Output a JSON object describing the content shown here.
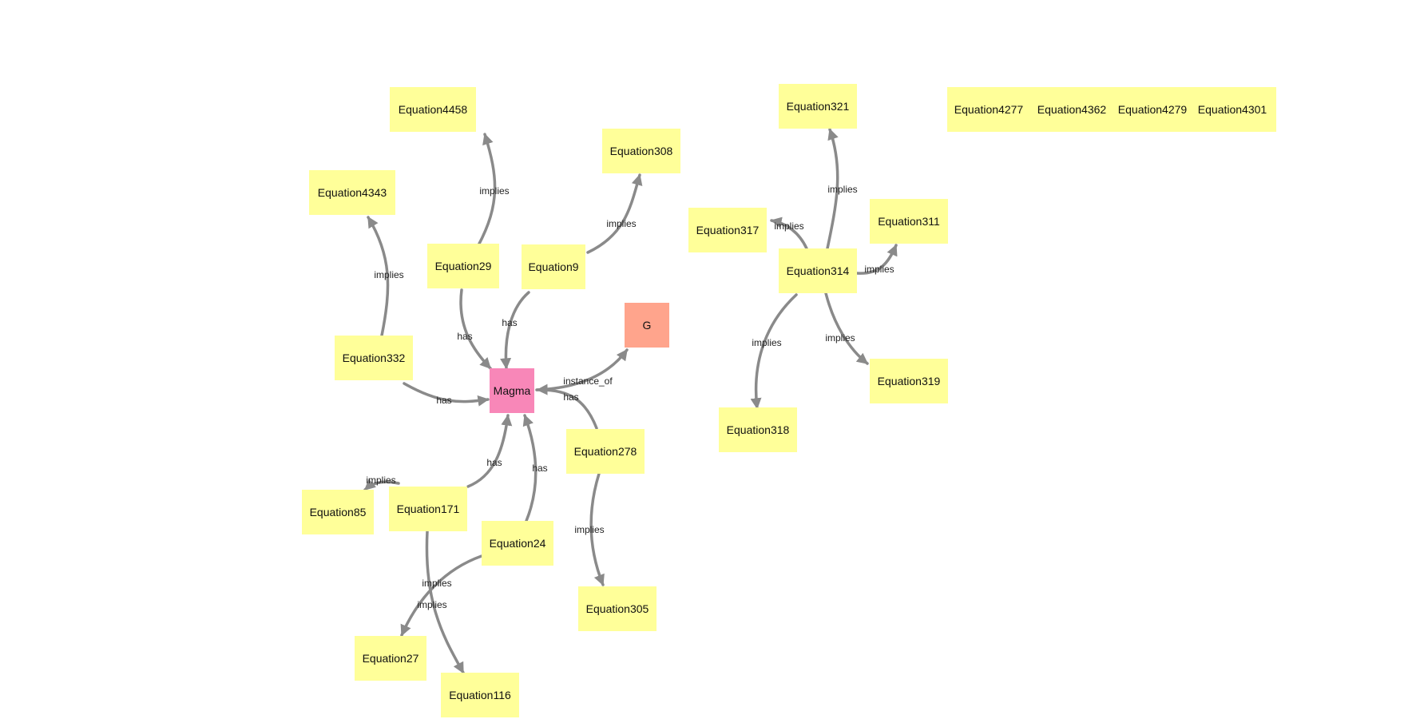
{
  "colors": {
    "equation": "#ffff99",
    "magma": "#f887b8",
    "instance": "#ffa48c",
    "edge": "#8a8a8a"
  },
  "nodes": [
    {
      "id": "Equation4458",
      "label": "Equation4458",
      "kind": "equation"
    },
    {
      "id": "Equation308",
      "label": "Equation308",
      "kind": "equation"
    },
    {
      "id": "Equation4343",
      "label": "Equation4343",
      "kind": "equation"
    },
    {
      "id": "Equation29",
      "label": "Equation29",
      "kind": "equation"
    },
    {
      "id": "Equation9",
      "label": "Equation9",
      "kind": "equation"
    },
    {
      "id": "G",
      "label": "G",
      "kind": "instance"
    },
    {
      "id": "Equation332",
      "label": "Equation332",
      "kind": "equation"
    },
    {
      "id": "Magma",
      "label": "Magma",
      "kind": "magma"
    },
    {
      "id": "Equation278",
      "label": "Equation278",
      "kind": "equation"
    },
    {
      "id": "Equation85",
      "label": "Equation85",
      "kind": "equation"
    },
    {
      "id": "Equation171",
      "label": "Equation171",
      "kind": "equation"
    },
    {
      "id": "Equation24",
      "label": "Equation24",
      "kind": "equation"
    },
    {
      "id": "Equation305",
      "label": "Equation305",
      "kind": "equation"
    },
    {
      "id": "Equation27",
      "label": "Equation27",
      "kind": "equation"
    },
    {
      "id": "Equation116",
      "label": "Equation116",
      "kind": "equation"
    },
    {
      "id": "Equation321",
      "label": "Equation321",
      "kind": "equation"
    },
    {
      "id": "Equation317",
      "label": "Equation317",
      "kind": "equation"
    },
    {
      "id": "Equation311",
      "label": "Equation311",
      "kind": "equation"
    },
    {
      "id": "Equation314",
      "label": "Equation314",
      "kind": "equation"
    },
    {
      "id": "Equation319",
      "label": "Equation319",
      "kind": "equation"
    },
    {
      "id": "Equation318",
      "label": "Equation318",
      "kind": "equation"
    },
    {
      "id": "Equation4277",
      "label": "Equation4277",
      "kind": "equation"
    },
    {
      "id": "Equation4362",
      "label": "Equation4362",
      "kind": "equation"
    },
    {
      "id": "Equation4279",
      "label": "Equation4279",
      "kind": "equation"
    },
    {
      "id": "Equation4301",
      "label": "Equation4301",
      "kind": "equation"
    }
  ],
  "edges": [
    {
      "from": "Equation29",
      "to": "Equation4458",
      "label": "implies"
    },
    {
      "from": "Equation9",
      "to": "Equation308",
      "label": "implies"
    },
    {
      "from": "Equation332",
      "to": "Equation4343",
      "label": "implies"
    },
    {
      "from": "Equation29",
      "to": "Magma",
      "label": "has"
    },
    {
      "from": "Equation9",
      "to": "Magma",
      "label": "has"
    },
    {
      "from": "Equation332",
      "to": "Magma",
      "label": "has"
    },
    {
      "from": "Magma",
      "to": "G",
      "label": "instance_of"
    },
    {
      "from": "Equation278",
      "to": "Magma",
      "label": "has"
    },
    {
      "from": "Equation171",
      "to": "Magma",
      "label": "has"
    },
    {
      "from": "Equation24",
      "to": "Magma",
      "label": "has"
    },
    {
      "from": "Equation171",
      "to": "Equation85",
      "label": "implies"
    },
    {
      "from": "Equation278",
      "to": "Equation305",
      "label": "implies"
    },
    {
      "from": "Equation24",
      "to": "Equation27",
      "label": "implies"
    },
    {
      "from": "Equation171",
      "to": "Equation116",
      "label": "implies"
    },
    {
      "from": "Equation314",
      "to": "Equation321",
      "label": "implies"
    },
    {
      "from": "Equation314",
      "to": "Equation317",
      "label": "implies"
    },
    {
      "from": "Equation314",
      "to": "Equation311",
      "label": "implies"
    },
    {
      "from": "Equation314",
      "to": "Equation319",
      "label": "implies"
    },
    {
      "from": "Equation314",
      "to": "Equation318",
      "label": "implies"
    }
  ]
}
